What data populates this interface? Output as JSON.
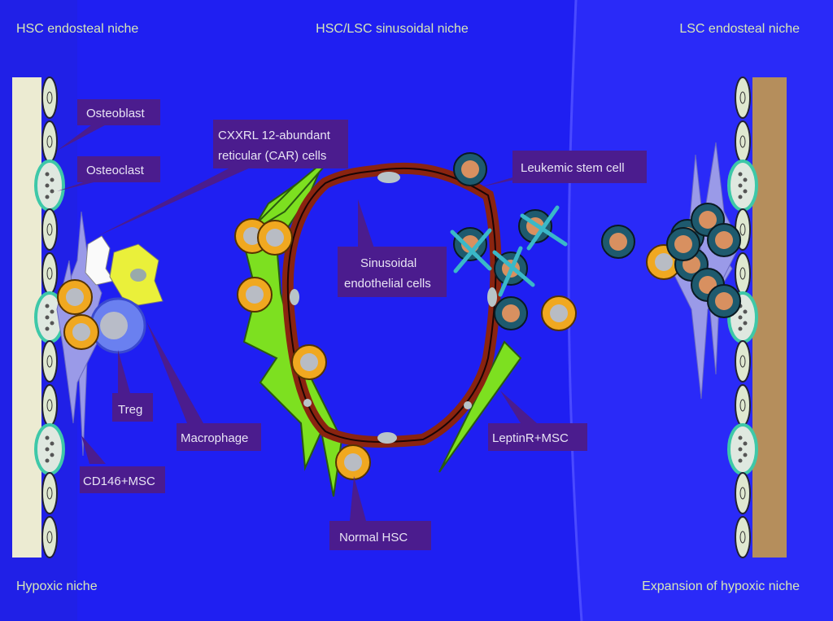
{
  "headers": {
    "top_left": "HSC endosteal niche",
    "top_center": "HSC/LSC sinusoidal niche",
    "top_right": "LSC endosteal niche",
    "bottom_left": "Hypoxic niche",
    "bottom_right": "Expansion of hypoxic niche"
  },
  "labels": {
    "osteoblast": "Osteoblast",
    "osteoclast": "Osteoclast",
    "car_line1": "CXXRL 12-abundant",
    "car_line2": "reticular (CAR) cells",
    "leukemic": "Leukemic stem cell",
    "sinusoidal_line1": "Sinusoidal",
    "sinusoidal_line2": "endothelial cells",
    "treg": "Treg",
    "macrophage": "Macrophage",
    "cd146": "CD146+MSC",
    "leptinr": "LeptinR+MSC",
    "normal_hsc": "Normal HSC"
  },
  "colors": {
    "background": "#1f1ff2",
    "label_box": "#4b1c8e",
    "hsc": "#f0a820",
    "lsc": "#1e5a6e",
    "endothelial": "#8a2410",
    "car": "#7de020"
  }
}
